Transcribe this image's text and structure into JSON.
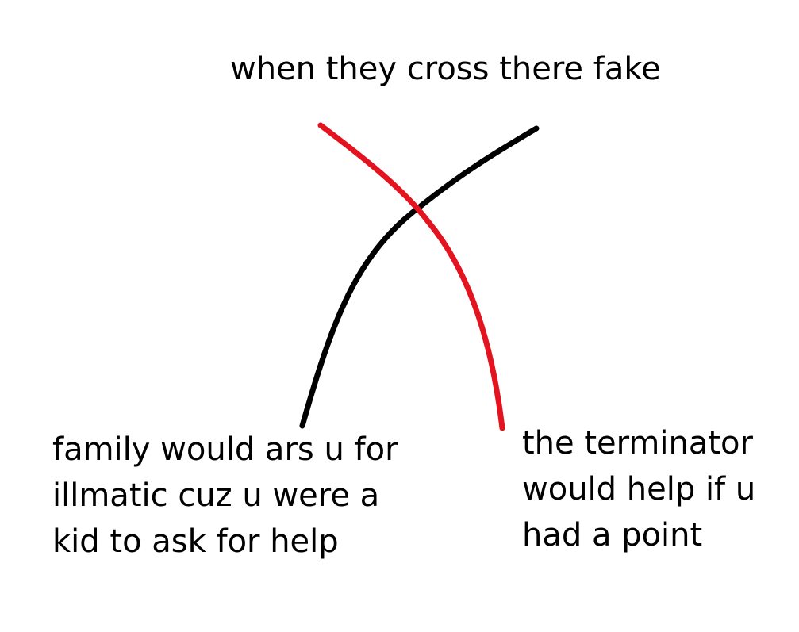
{
  "title": "when they cross there fake",
  "labels": {
    "left": "family would ars u for\nillmatic cuz u were a\nkid to ask for help",
    "right": "the terminator\nwould help if u\nhad a point"
  },
  "colors": {
    "background": "#ffffff",
    "black_curve": "#000000",
    "red_curve": "#e3141f",
    "text": "#000000"
  }
}
